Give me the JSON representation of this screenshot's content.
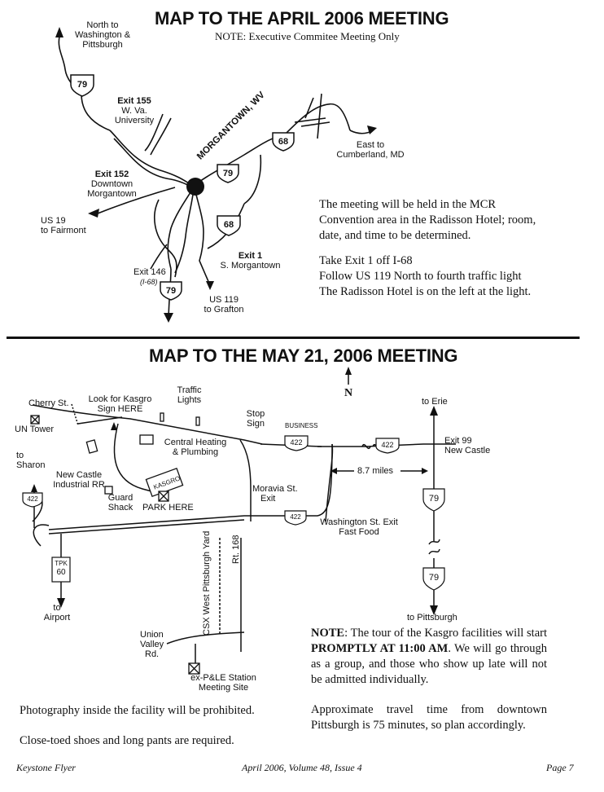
{
  "top_map": {
    "title": "MAP TO THE APRIL 2006 MEETING",
    "note": "NOTE:  Executive Commitee Meeting Only",
    "labels": {
      "north": [
        "North to",
        "Washington &",
        "Pittsburgh"
      ],
      "i79_top": "79",
      "exit155": [
        "Exit 155",
        "W. Va.",
        "University"
      ],
      "morgantown": "MORGANTOWN, WV",
      "i68_upper": "68",
      "east": [
        "East to",
        "Cumberland, MD"
      ],
      "exit152": [
        "Exit 152",
        "Downtown",
        "Morgantown"
      ],
      "i79_mid": "79",
      "us19": [
        "US 19",
        "to Fairmont"
      ],
      "i68_lower": "68",
      "exit1": [
        "Exit 1",
        "S. Morgantown"
      ],
      "exit146": "Exit 146",
      "i68_small": "(I-68)",
      "i79_bottom": "79",
      "us119": [
        "US 119",
        "to Grafton"
      ]
    },
    "directions": [
      "The meeting will be held in the MCR",
      "Convention area in the Radisson Hotel; room,",
      "date, and time to be determined.",
      "Take Exit 1 off I-68",
      "Follow US 119 North to fourth traffic light",
      "The Radisson Hotel is on the left at the light."
    ]
  },
  "bottom_map": {
    "title": "MAP TO THE MAY 21, 2006 MEETING",
    "north_letter": "N",
    "labels": {
      "cherry": "Cherry St.",
      "un_tower": "UN Tower",
      "look_for": [
        "Look for Kasgro",
        "Sign HERE"
      ],
      "traffic": [
        "Traffic",
        "Lights"
      ],
      "stop_sign": [
        "Stop",
        "Sign"
      ],
      "business": "BUSINESS",
      "r422_a": "422",
      "r422_b": "422",
      "to_erie": "to Erie",
      "exit99": [
        "Exit 99",
        "New Castle"
      ],
      "to_sharon": [
        "to",
        "Sharon"
      ],
      "nc_rr": [
        "New Castle",
        "Industrial RR"
      ],
      "central_heating": [
        "Central Heating",
        "& Plumbing"
      ],
      "miles": "8.7 miles",
      "r422_left": "422",
      "kasgro": "KASGRO",
      "guard": [
        "Guard",
        "Shack"
      ],
      "park_here": "PARK HERE",
      "moravia": [
        "Moravia St.",
        "Exit"
      ],
      "r422_c": "422",
      "washington": [
        "Washington St. Exit",
        "Fast Food"
      ],
      "i79_a": "79",
      "i79_b": "79",
      "csx": "CSX West Pittsburgh Yard",
      "rt168": "Rt. 168",
      "tpk60": [
        "TPK",
        "60"
      ],
      "to_airport": [
        "to",
        "Airport"
      ],
      "to_pittsburgh": "to Pittsburgh",
      "union_valley": [
        "Union",
        "Valley",
        "Rd."
      ],
      "ple_station": [
        "ex-P&LE Station",
        "Meeting Site"
      ]
    },
    "note_label": "NOTE",
    "note_text_pre": ":  The tour of the Kasgro facilities will start ",
    "note_bold": "PROMPTLY AT 11:00 AM",
    "note_text_post": ".  We will go through as a group, and those who show up late will not be admitted individually.",
    "travel": "Approximate travel time from downtown Pittsburgh is 75 minutes, so plan accordingly.",
    "photo": "Photography inside the facility will be prohibited.",
    "shoes": "Close-toed shoes and long pants are required."
  },
  "footer": {
    "left": "Keystone Flyer",
    "center": "April 2006, Volume 48, Issue 4",
    "right": "Page 7"
  }
}
